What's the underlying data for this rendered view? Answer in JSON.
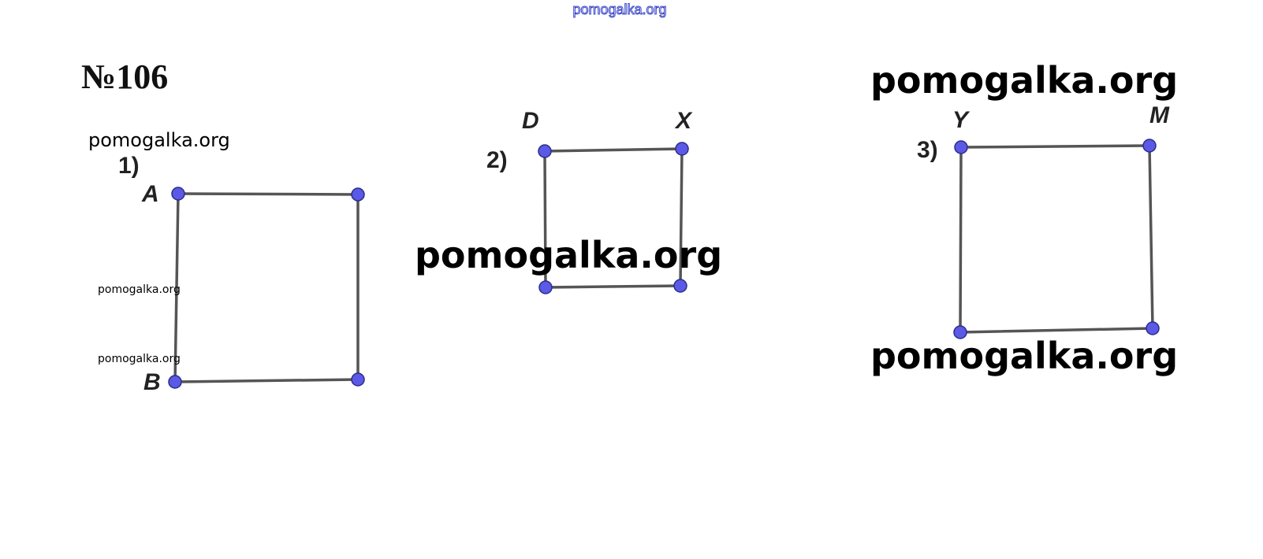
{
  "header": {
    "site_watermark": "pomogalka.org",
    "problem_number": "№106"
  },
  "watermarks": {
    "top_right": "pomogalka.org",
    "left_label": "pomogalka.org",
    "center": "pomogalka.org",
    "left_small_1": "pomogalka.org",
    "left_small_2": "pomogalka.org",
    "bottom_right": "pomogalka.org"
  },
  "figures": [
    {
      "number": "1)",
      "labels": {
        "top_left": "A",
        "bottom_left": "B"
      }
    },
    {
      "number": "2)",
      "labels": {
        "top_left": "D",
        "top_right": "X"
      }
    },
    {
      "number": "3)",
      "labels": {
        "top_left": "Y",
        "top_right": "M"
      }
    }
  ],
  "colors": {
    "vertex_fill": "#5a5ae6",
    "segment": "#555555",
    "watermark_outline": "#3a46c8"
  }
}
